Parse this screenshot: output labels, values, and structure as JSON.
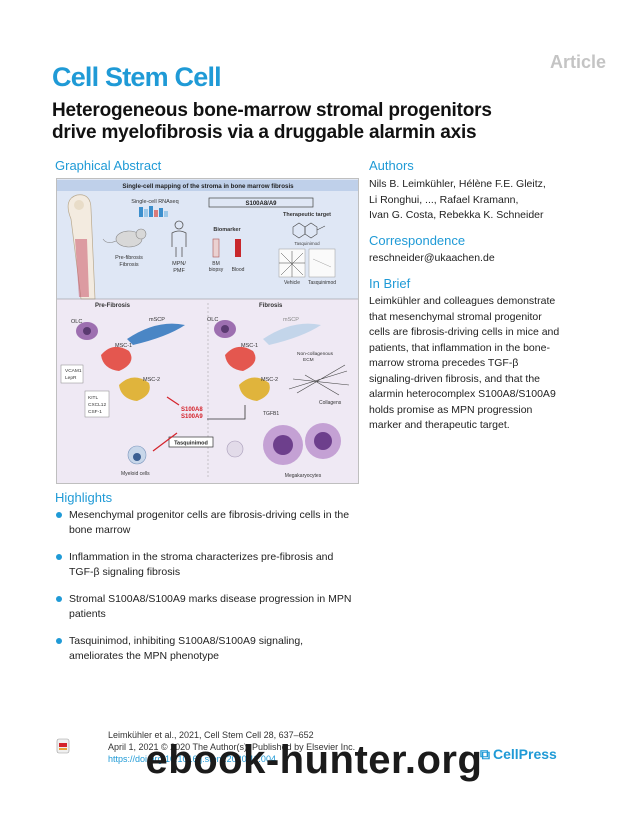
{
  "header": {
    "article_tag": "Article",
    "journal": "Cell Stem Cell",
    "title_line1": "Heterogeneous bone-marrow stromal progenitors",
    "title_line2": "drive myelofibrosis via a druggable alarmin axis"
  },
  "graphical_abstract": {
    "heading": "Graphical Abstract",
    "banner": "Single-cell mapping of the stroma in bone marrow fibrosis",
    "scrnaseq": "Single-cell RNAseq",
    "s100_box": "S100A8/A9",
    "therapeutic_target": "Therapeutic target",
    "tasquinimod_small": "Tasquinimod",
    "biomarker": "Biomarker",
    "prefibrosis_fibrosis_1": "Pre-fibrosis",
    "prefibrosis_fibrosis_2": "Fibrosis",
    "mpn_1": "MPN/",
    "mpn_2": "PMF",
    "bm_1": "BM",
    "bm_2": "biopsy",
    "blood": "Blood",
    "vehicle": "Vehicle",
    "tasquinimod": "Tasquinimod",
    "pre_fibrosis": "Pre-Fibrosis",
    "fibrosis": "Fibrosis",
    "olc": "OLC",
    "mscp": "mSCP",
    "msc1": "MSC-1",
    "msc2": "MSC-2",
    "vcam1": "VCAM1",
    "lepr": "LepR",
    "kitl": "KITL",
    "cxcl12": "CXCL12",
    "csf1": "CSF-1",
    "olc_r": "OLC",
    "mscp_r": "mSCP",
    "msc1_r": "MSC-1",
    "msc2_r": "MSC-2",
    "ncecm_1": "Non-collagenous",
    "ncecm_2": "ECM",
    "collagens": "Collagens",
    "s100a8": "S100A8",
    "s100a9": "S100A9",
    "tgfb1": "TGFB1",
    "tasquinimod_box": "Tasquinimod",
    "myeloid_cells": "Myeloid cells",
    "megakaryocytes": "Megakaryocytes"
  },
  "authors": {
    "heading": "Authors",
    "line1": "Nils B. Leimkühler, Hélène F.E. Gleitz,",
    "line2": "Li Ronghui, ..., Rafael Kramann,",
    "line3": "Ivan G. Costa, Rebekka K. Schneider"
  },
  "correspondence": {
    "heading": "Correspondence",
    "email": "reschneider@ukaachen.de"
  },
  "in_brief": {
    "heading": "In Brief",
    "lines": [
      "Leimkühler and colleagues demonstrate",
      "that mesenchymal stromal progenitor",
      "cells are fibrosis-driving cells in mice and",
      "patients, that inflammation in the bone-",
      "marrow stroma precedes TGF-β",
      "signaling-driven fibrosis, and that the",
      "alarmin heterocomplex S100A8/S100A9",
      "holds promise as MPN progression",
      "marker and therapeutic target."
    ]
  },
  "highlights": {
    "heading": "Highlights",
    "items": [
      {
        "line1": "Mesenchymal progenitor cells are fibrosis-driving cells in the",
        "line2": "bone marrow"
      },
      {
        "line1": "Inflammation in the stroma characterizes pre-fibrosis and",
        "line2": "TGF-β signaling fibrosis"
      },
      {
        "line1": "Stromal S100A8/S100A9 marks disease progression in MPN",
        "line2": "patients"
      },
      {
        "line1": "Tasquinimod, inhibiting S100A8/S100A9 signaling,",
        "line2": "ameliorates the MPN phenotype"
      }
    ]
  },
  "footer": {
    "citation": "Leimkühler et al., 2021, Cell Stem Cell 28, 637–652",
    "date_line": "April 1, 2021 © 2020 The Author(s). Published by Elsevier Inc.",
    "doi": "https://doi.org/10.1016/j.stem.2020.11.004",
    "cellpress": "CellPress"
  },
  "watermark": "ebook-hunter.org",
  "colors": {
    "accent": "#1f9ad6",
    "ga_top_bg": "#dfe7f5",
    "ga_bottom_bg": "#efe9f4",
    "msc1": "#e4574f",
    "msc2": "#e0b43c",
    "mscp": "#4a86c5",
    "olc": "#9d6fb0",
    "alarm_red": "#d4232b"
  }
}
